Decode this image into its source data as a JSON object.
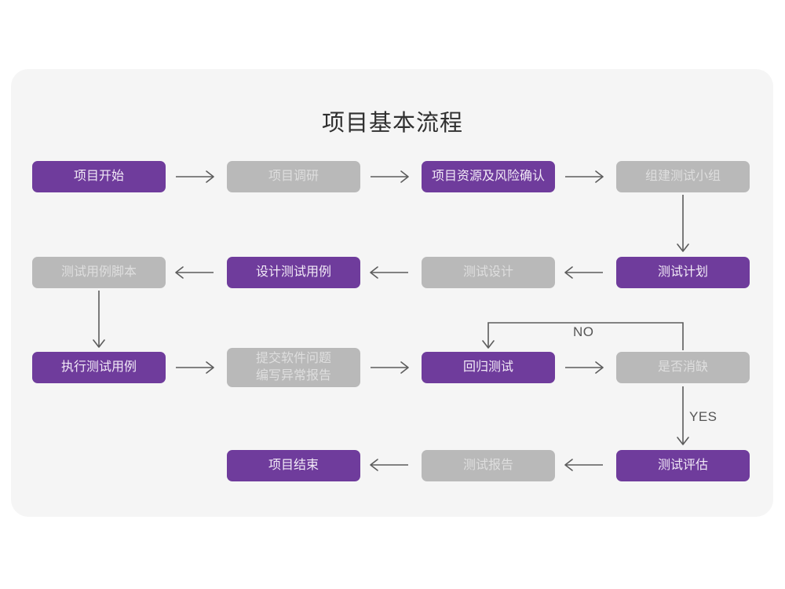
{
  "diagram": {
    "title": "项目基本流程",
    "type": "flowchart",
    "colors": {
      "accent_purple": "#6f3c9c",
      "muted_gray": "#b9b9b9",
      "panel_bg": "#f5f5f5",
      "page_bg": "#ffffff",
      "arrow": "#5c5c5c",
      "title_text": "#303030"
    },
    "nodes": [
      {
        "id": "n1",
        "label": "项目开始",
        "style": "purple"
      },
      {
        "id": "n2",
        "label": "项目调研",
        "style": "gray"
      },
      {
        "id": "n3",
        "label": "项目资源及风险确认",
        "style": "purple"
      },
      {
        "id": "n4",
        "label": "组建测试小组",
        "style": "gray"
      },
      {
        "id": "n5",
        "label": "测试计划",
        "style": "purple"
      },
      {
        "id": "n6",
        "label": "测试设计",
        "style": "gray"
      },
      {
        "id": "n7",
        "label": "设计测试用例",
        "style": "purple"
      },
      {
        "id": "n8",
        "label": "测试用例脚本",
        "style": "gray"
      },
      {
        "id": "n9",
        "label": "执行测试用例",
        "style": "purple"
      },
      {
        "id": "n10",
        "label": "提交软件问题\n编写异常报告",
        "style": "gray"
      },
      {
        "id": "n11",
        "label": "回归测试",
        "style": "purple"
      },
      {
        "id": "n12",
        "label": "是否消缺",
        "style": "gray"
      },
      {
        "id": "n13",
        "label": "测试评估",
        "style": "purple"
      },
      {
        "id": "n14",
        "label": "测试报告",
        "style": "gray"
      },
      {
        "id": "n15",
        "label": "项目结束",
        "style": "purple"
      }
    ],
    "edge_labels": {
      "no": "NO",
      "yes": "YES"
    },
    "edges": [
      {
        "from": "n1",
        "to": "n2",
        "direction": "right"
      },
      {
        "from": "n2",
        "to": "n3",
        "direction": "right"
      },
      {
        "from": "n3",
        "to": "n4",
        "direction": "right"
      },
      {
        "from": "n4",
        "to": "n5",
        "direction": "down"
      },
      {
        "from": "n5",
        "to": "n6",
        "direction": "left"
      },
      {
        "from": "n6",
        "to": "n7",
        "direction": "left"
      },
      {
        "from": "n7",
        "to": "n8",
        "direction": "left"
      },
      {
        "from": "n8",
        "to": "n9",
        "direction": "down"
      },
      {
        "from": "n9",
        "to": "n10",
        "direction": "right"
      },
      {
        "from": "n10",
        "to": "n11",
        "direction": "right"
      },
      {
        "from": "n11",
        "to": "n12",
        "direction": "right"
      },
      {
        "from": "n12",
        "to": "n11",
        "direction": "loop-up-left",
        "label": "NO"
      },
      {
        "from": "n12",
        "to": "n13",
        "direction": "down",
        "label": "YES"
      },
      {
        "from": "n13",
        "to": "n14",
        "direction": "left"
      },
      {
        "from": "n14",
        "to": "n15",
        "direction": "left"
      }
    ]
  }
}
